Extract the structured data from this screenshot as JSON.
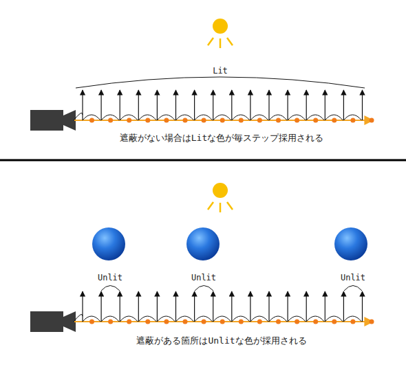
{
  "diagram": {
    "labels": [
      "Lit",
      "遮蔽がない場合はLitな色が毎ステップ採用される",
      "Unlit",
      "Unlit",
      "Unlit",
      "遮蔽がある箇所はUnlitな色が採用される"
    ]
  }
}
